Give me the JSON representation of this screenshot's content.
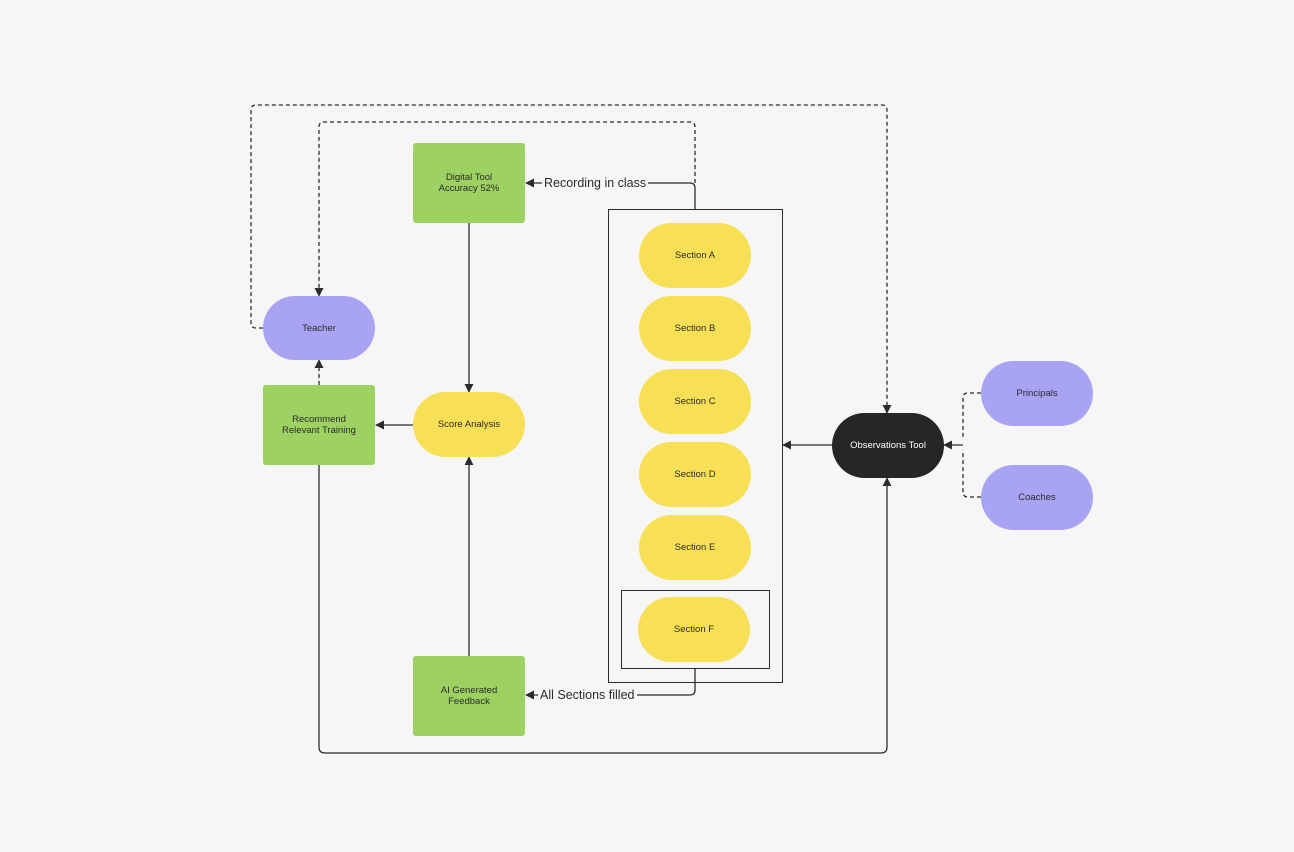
{
  "nodes": {
    "digital_tool": "Digital Tool\nAccuracy 52%",
    "teacher": "Teacher",
    "recommend_training": "Recommend\nRelevant Training",
    "score_analysis": "Score Analysis",
    "ai_feedback": "AI Generated\nFeedback",
    "observations_tool": "Observations Tool",
    "principals": "Principals",
    "coaches": "Coaches",
    "sections": [
      "Section A",
      "Section B",
      "Section C",
      "Section D",
      "Section E",
      "Section F"
    ]
  },
  "edge_labels": {
    "recording": "Recording in class",
    "all_sections": "All Sections filled"
  },
  "colors": {
    "green": "#9dd161",
    "yellow": "#f7e056",
    "purple": "#a9a3f4",
    "dark": "#262626",
    "line": "#2c2c2c",
    "background": "#f6f6f6"
  }
}
